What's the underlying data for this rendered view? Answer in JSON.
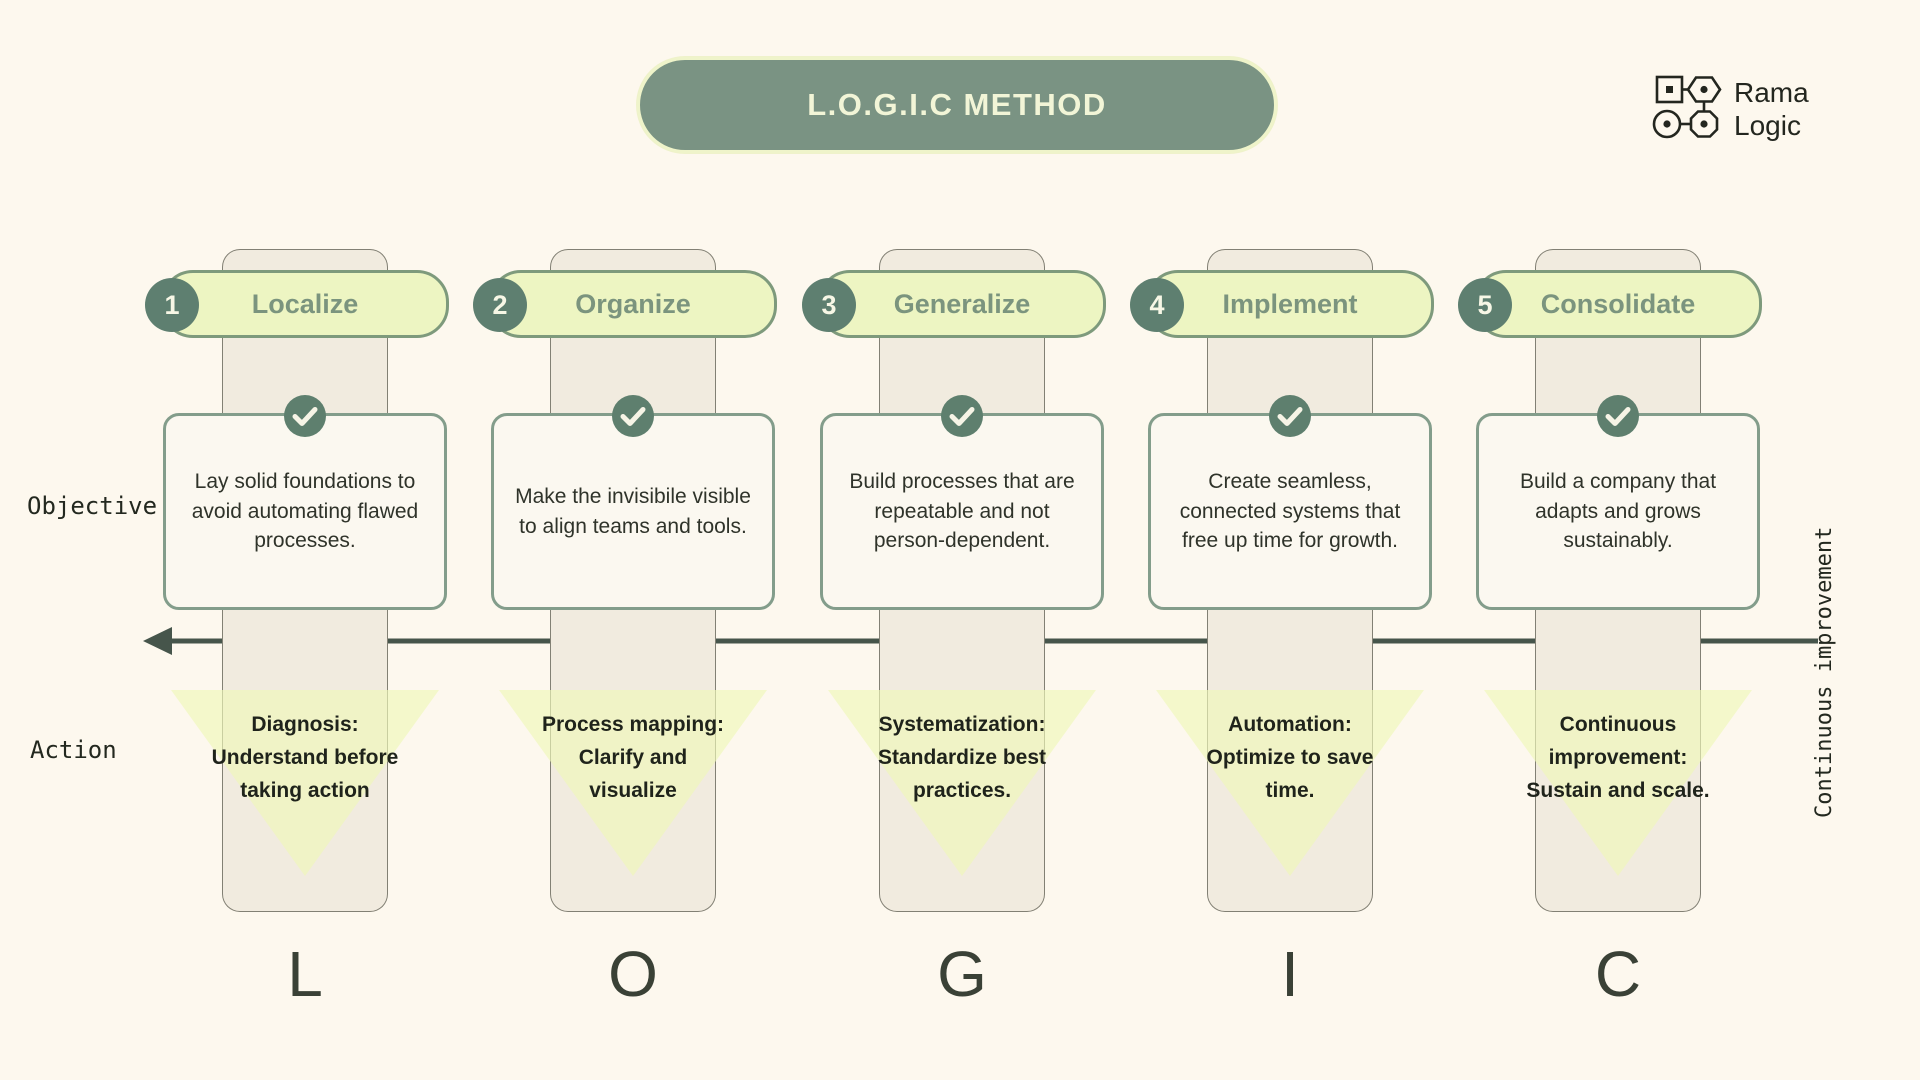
{
  "title": {
    "label": "L.O.G.I.C METHOD"
  },
  "logo": {
    "line1": "Rama",
    "line2": "Logic"
  },
  "row_labels": {
    "objective": "Objective",
    "action": "Action",
    "right_vertical": "Continuous improvement"
  },
  "columns": [
    {
      "number": "1",
      "name": "Localize",
      "letter": "L",
      "objective": "Lay solid foundations to avoid automating flawed processes.",
      "action": "Diagnosis: Understand before taking action"
    },
    {
      "number": "2",
      "name": "Organize",
      "letter": "O",
      "objective": "Make the invisibile visible to align teams and tools.",
      "action": "Process mapping: Clarify and visualize"
    },
    {
      "number": "3",
      "name": "Generalize",
      "letter": "G",
      "objective": "Build processes that are repeatable and not person-dependent.",
      "action": "Systematization: Standardize best practices."
    },
    {
      "number": "4",
      "name": "Implement",
      "letter": "I",
      "objective": "Create seamless, connected systems that free up time for growth.",
      "action": "Automation: Optimize to save time."
    },
    {
      "number": "5",
      "name": "Consolidate",
      "letter": "C",
      "objective": "Build a company that adapts and grows sustainably.",
      "action": "Continuous improvement: Sustain and scale."
    }
  ],
  "colors": {
    "background": "#FDF8EE",
    "title_pill": "#7A9383",
    "title_text": "#F2F5D7",
    "header_pill_fill": "#EDF5C2",
    "header_pill_border": "#7E9A7C",
    "header_text": "#7B947E",
    "badge": "#5E7F70",
    "strip": "#F1EBDF",
    "objective_border": "#839D8B",
    "check_circle": "#5E7F6E",
    "triangle": "#F3F7C4",
    "arrow": "#46554B",
    "letter": "#3A4136"
  }
}
